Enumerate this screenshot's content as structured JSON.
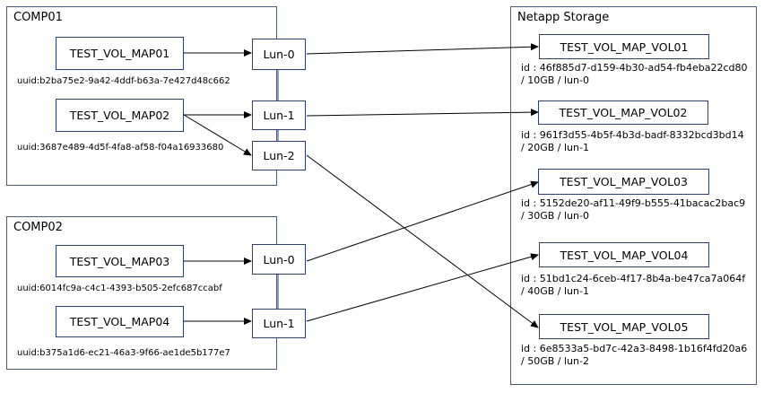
{
  "comp01": {
    "title": "COMP01",
    "map01": {
      "label": "TEST_VOL_MAP01",
      "uuid": "uuid:b2ba75e2-9a42-4ddf-b63a-7e427d48c662"
    },
    "map02": {
      "label": "TEST_VOL_MAP02",
      "uuid": "uuid:3687e489-4d5f-4fa8-af58-f04a16933680"
    },
    "lun0": "Lun-0",
    "lun1": "Lun-1",
    "lun2": "Lun-2"
  },
  "comp02": {
    "title": "COMP02",
    "map03": {
      "label": "TEST_VOL_MAP03",
      "uuid": "uuid:6014fc9a-c4c1-4393-b505-2efc687ccabf"
    },
    "map04": {
      "label": "TEST_VOL_MAP04",
      "uuid": "uuid:b375a1d6-ec21-46a3-9f66-ae1de5b177e7"
    },
    "lun0": "Lun-0",
    "lun1": "Lun-1"
  },
  "storage": {
    "title": "Netapp Storage",
    "vols": [
      {
        "label": "TEST_VOL_MAP_VOL01",
        "id": "id : 46f885d7-d159-4b30-ad54-fb4eba22cd80",
        "size": "/ 10GB / lun-0"
      },
      {
        "label": "TEST_VOL_MAP_VOL02",
        "id": "id : 961f3d55-4b5f-4b3d-badf-8332bcd3bd14",
        "size": " / 20GB / lun-1"
      },
      {
        "label": "TEST_VOL_MAP_VOL03",
        "id": "id : 5152de20-af11-49f9-b555-41bacac2bac9",
        "size": " / 30GB / lun-0"
      },
      {
        "label": "TEST_VOL_MAP_VOL04",
        "id": "id : 51bd1c24-6ceb-4f17-8b4a-be47ca7a064f",
        "size": " / 40GB / lun-1"
      },
      {
        "label": "TEST_VOL_MAP_VOL05",
        "id": "id : 6e8533a5-bd7c-42a3-8498-1b16f4fd20a6",
        "size": " / 50GB / lun-2"
      }
    ]
  }
}
